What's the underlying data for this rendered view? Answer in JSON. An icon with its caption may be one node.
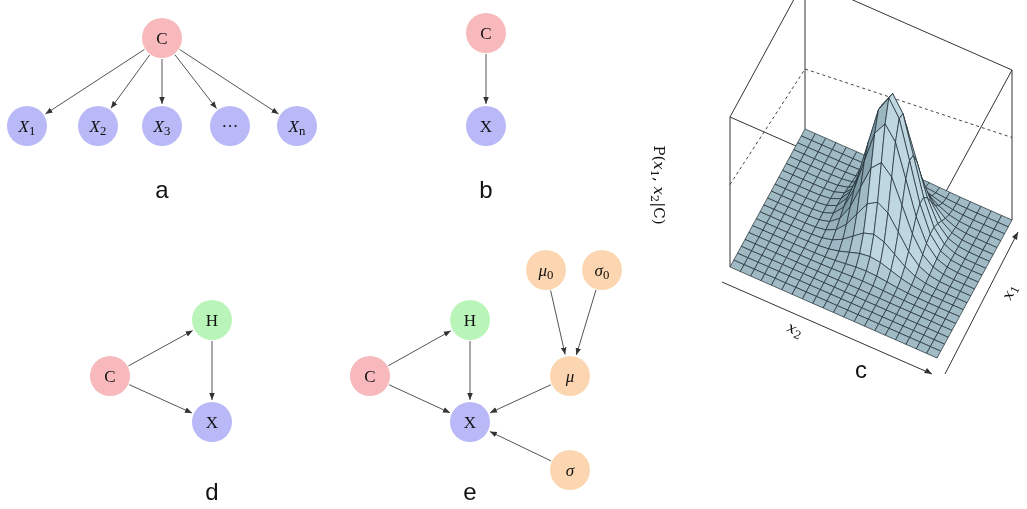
{
  "diagram": {
    "nodes": [
      {
        "text": [
          "C"
        ]
      },
      {
        "text": [
          "*X*$_{1}$"
        ]
      },
      {
        "text": [
          "*X*$_{2}$"
        ]
      },
      {
        "text": [
          "*X*$_{3}$"
        ]
      },
      {
        "text": [
          "···"
        ]
      },
      {
        "text": [
          "*X*$_{n}$"
        ]
      },
      {
        "text": [
          "C"
        ]
      },
      {
        "text": [
          "X"
        ]
      },
      {
        "text": [
          "C"
        ]
      },
      {
        "text": [
          "H"
        ]
      },
      {
        "text": [
          "X"
        ]
      },
      {
        "text": [
          "C"
        ]
      },
      {
        "text": [
          "H"
        ]
      },
      {
        "text": [
          "X"
        ]
      },
      {
        "text": [
          "*μ*$_{0}$"
        ]
      },
      {
        "text": [
          "*σ*$_{0}$"
        ]
      },
      {
        "text": [
          "μ"
        ]
      },
      {
        "text": [
          "σ"
        ]
      }
    ],
    "edges": [
      {
        "from": 0,
        "to": 1,
        "arrow": "to"
      },
      {
        "from": 0,
        "to": 2,
        "arrow": "to"
      },
      {
        "from": 0,
        "to": 3,
        "arrow": "to"
      },
      {
        "from": 0,
        "to": 4,
        "arrow": "to"
      },
      {
        "from": 0,
        "to": 5,
        "arrow": "to"
      },
      {
        "from": 6,
        "to": 7,
        "arrow": "to"
      },
      {
        "from": 8,
        "to": 9,
        "arrow": "to"
      },
      {
        "from": 8,
        "to": 10,
        "arrow": "to"
      },
      {
        "from": 9,
        "to": 10,
        "arrow": "to"
      },
      {
        "from": 11,
        "to": 12,
        "arrow": "to"
      },
      {
        "from": 11,
        "to": 13,
        "arrow": "to"
      },
      {
        "from": 12,
        "to": 13,
        "arrow": "to"
      },
      {
        "from": 14,
        "to": 16,
        "arrow": "to"
      },
      {
        "from": 15,
        "to": 16,
        "arrow": "to"
      },
      {
        "from": 16,
        "to": 13,
        "arrow": "to"
      },
      {
        "from": 17,
        "to": 13,
        "arrow": "to"
      }
    ],
    "labels": [
      "a",
      "b",
      "P(*x*$_{1}$, *x*$_{2}$|C)",
      "*x*$_{2}$",
      "*x*$_{1}$",
      "c",
      "d",
      "e"
    ]
  }
}
